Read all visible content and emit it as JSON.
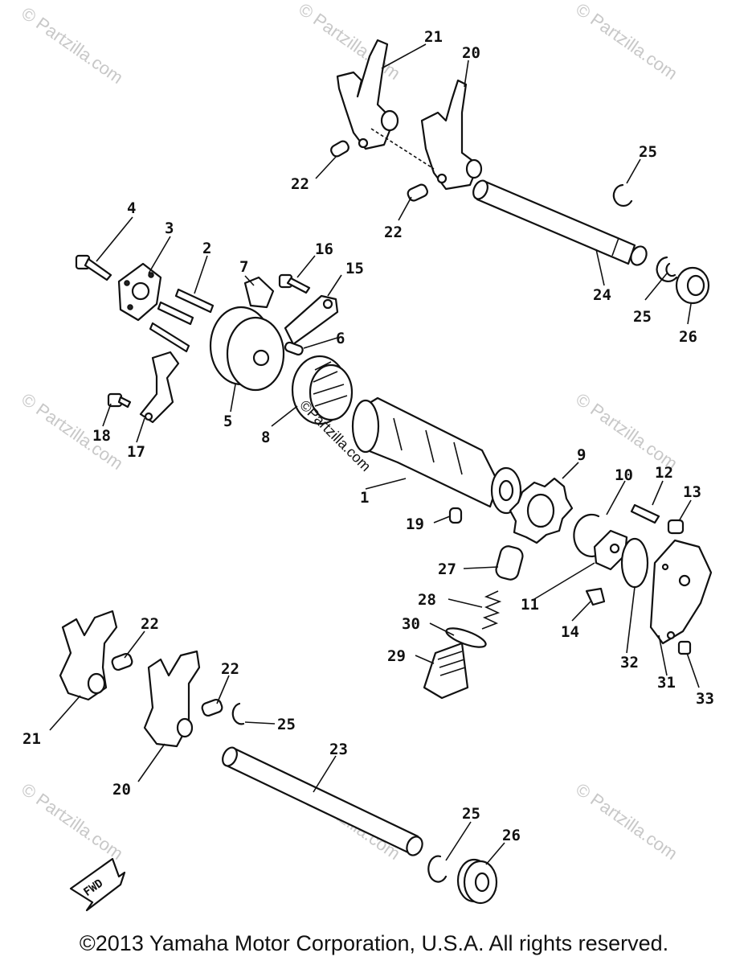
{
  "watermark_text": "© Partzilla.com",
  "center_watermark": "©Partzilla.com",
  "callouts": {
    "c1": "1",
    "c2": "2",
    "c3": "3",
    "c4": "4",
    "c5": "5",
    "c6": "6",
    "c7": "7",
    "c8": "8",
    "c9": "9",
    "c10": "10",
    "c11": "11",
    "c12": "12",
    "c13": "13",
    "c14": "14",
    "c15": "15",
    "c16": "16",
    "c17": "17",
    "c18": "18",
    "c19": "19",
    "c20_top": "20",
    "c20_bot": "20",
    "c21_top": "21",
    "c21_bot": "21",
    "c22_a": "22",
    "c22_b": "22",
    "c22_c": "22",
    "c22_d": "22",
    "c23": "23",
    "c24": "24",
    "c25_a": "25",
    "c25_b": "25",
    "c25_c": "25",
    "c25_d": "25",
    "c26_a": "26",
    "c26_b": "26",
    "c27": "27",
    "c28": "28",
    "c29": "29",
    "c30": "30",
    "c31": "31",
    "c32": "32",
    "c33": "33"
  },
  "fwd_label": "FWD",
  "footer": "©2013 Yamaha Motor Corporation, U.S.A. All rights reserved."
}
